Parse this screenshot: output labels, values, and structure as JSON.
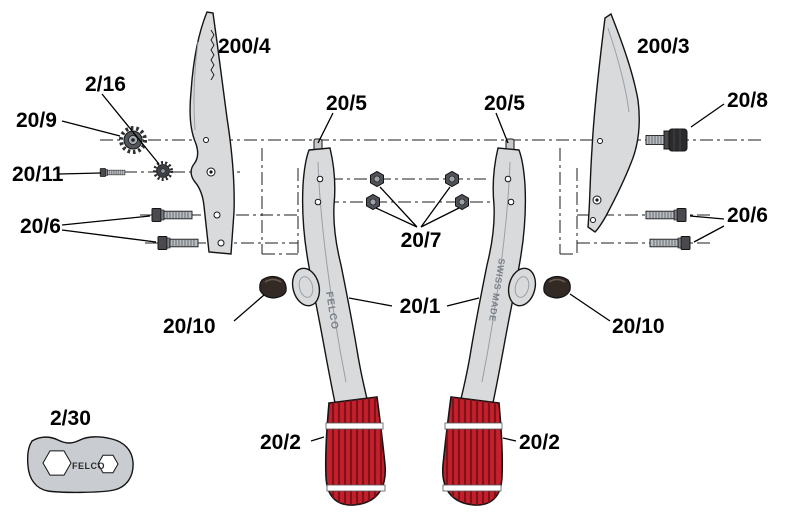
{
  "diagram": {
    "parts": {
      "counter_blade": {
        "label": "200/4"
      },
      "cutting_blade": {
        "label": "200/3"
      },
      "spring_clip": {
        "label": "2/16"
      },
      "adjustment_gear": {
        "label": "20/9"
      },
      "gear_screw": {
        "label": "20/11"
      },
      "handle_screws_left": {
        "label": "20/6"
      },
      "handle_screws_right": {
        "label": "20/6"
      },
      "handle_top_left": {
        "label": "20/5"
      },
      "handle_top_right": {
        "label": "20/5"
      },
      "blade_bolt": {
        "label": "20/8"
      },
      "lock_nuts": {
        "label": "20/7"
      },
      "handles": {
        "label": "20/1"
      },
      "bumper_left": {
        "label": "20/10"
      },
      "bumper_right": {
        "label": "20/10"
      },
      "grip_left": {
        "label": "20/2"
      },
      "grip_right": {
        "label": "20/2"
      },
      "wrench": {
        "label": "2/30"
      }
    },
    "markings": {
      "left_handle": "FELCO",
      "right_handle": "SWISS MADE",
      "wrench": "FELCO"
    },
    "colors": {
      "grip_red": "#c5202c",
      "grip_red_dark": "#7e1119",
      "metal_light": "#d8dadc",
      "metal_shadow": "#9aa0a6",
      "hardware_dark": "#3a3a3c",
      "outline": "#141414",
      "background": "#ffffff"
    }
  }
}
